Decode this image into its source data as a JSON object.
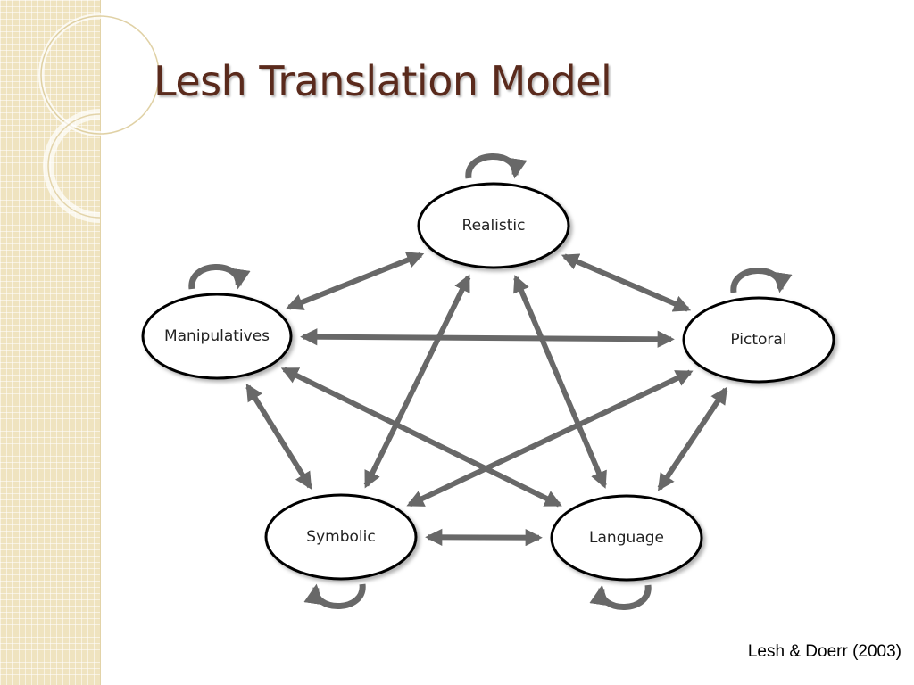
{
  "slide": {
    "title": "Lesh Translation Model",
    "citation": "Lesh & Doerr (2003)"
  },
  "colors": {
    "title": "#5a2a1c",
    "arrow": "#686868",
    "panel": "#efe3bf",
    "node_fill": "#ffffff",
    "node_stroke": "#000000"
  },
  "diagram": {
    "nodes": [
      {
        "id": "realistic",
        "label": "Realistic"
      },
      {
        "id": "manipulatives",
        "label": "Manipulatives"
      },
      {
        "id": "pictoral",
        "label": "Pictoral"
      },
      {
        "id": "symbolic",
        "label": "Symbolic"
      },
      {
        "id": "language",
        "label": "Language"
      }
    ],
    "edges": [
      {
        "from": "realistic",
        "to": "manipulatives",
        "direction": "both"
      },
      {
        "from": "realistic",
        "to": "pictoral",
        "direction": "both"
      },
      {
        "from": "manipulatives",
        "to": "pictoral",
        "direction": "both"
      },
      {
        "from": "manipulatives",
        "to": "symbolic",
        "direction": "both"
      },
      {
        "from": "pictoral",
        "to": "language",
        "direction": "both"
      },
      {
        "from": "symbolic",
        "to": "language",
        "direction": "both"
      },
      {
        "from": "realistic",
        "to": "symbolic",
        "direction": "both"
      },
      {
        "from": "realistic",
        "to": "language",
        "direction": "both"
      },
      {
        "from": "manipulatives",
        "to": "language",
        "direction": "both"
      },
      {
        "from": "pictoral",
        "to": "symbolic",
        "direction": "both"
      }
    ],
    "self_loops": [
      "realistic",
      "manipulatives",
      "pictoral",
      "symbolic",
      "language"
    ]
  }
}
